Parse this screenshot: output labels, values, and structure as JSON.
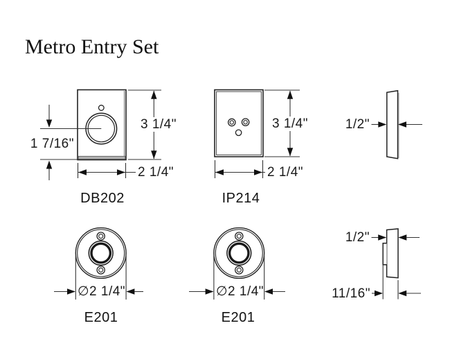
{
  "title": "Metro Entry Set",
  "parts": {
    "db202": {
      "label": "DB202",
      "dims": {
        "height": "3 1/4\"",
        "width": "2 1/4\"",
        "knob_center": "1 7/16\""
      }
    },
    "ip214": {
      "label": "IP214",
      "dims": {
        "height": "3 1/4\"",
        "width": "2 1/4\""
      }
    },
    "profile_top": {
      "dims": {
        "thickness": "1/2\""
      }
    },
    "e201_left": {
      "label": "E201",
      "dims": {
        "diameter": "∅2 1/4\""
      }
    },
    "e201_right": {
      "label": "E201",
      "dims": {
        "diameter": "∅2 1/4\""
      }
    },
    "profile_bottom": {
      "dims": {
        "thickness": "1/2\"",
        "depth": "11/16\""
      }
    }
  },
  "colors": {
    "background": "#ffffff",
    "object_line": "#222222",
    "dimension_line": "#333333",
    "arrow_fill": "#111111",
    "shadow": "#b0b0b0",
    "text": "#111111"
  }
}
